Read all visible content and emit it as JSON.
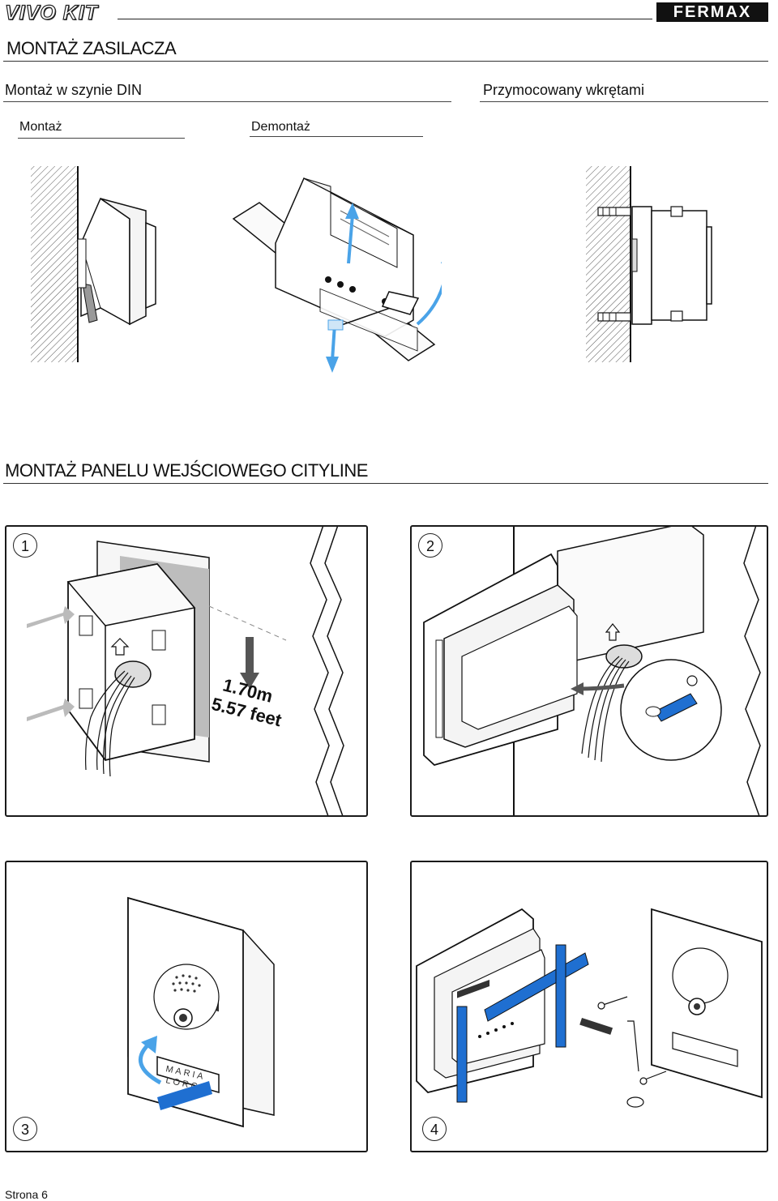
{
  "header": {
    "brand_left": "VIVO KIT",
    "brand_right": "FERMAX"
  },
  "power_section": {
    "title": "MONTAŻ ZASILACZA",
    "din_rail_label": "Montaż w szynie DIN",
    "screw_label": "Przymocowany wkrętami",
    "mount_label": "Montaż",
    "dismount_label": "Demontaż"
  },
  "panel_section": {
    "title": "MONTAŻ PANELU WEJŚCIOWEGO CITYLINE",
    "steps": [
      {
        "number": "1",
        "height_m": "1.70m",
        "height_ft": "5.57 feet"
      },
      {
        "number": "2"
      },
      {
        "number": "3",
        "name_line1": "MARIA",
        "name_line2": "LORCA"
      },
      {
        "number": "4"
      }
    ]
  },
  "colors": {
    "accent_blue": "#1f6fd1",
    "light_blue": "#4aa3e8",
    "line": "#1a1a1a"
  },
  "footer": {
    "page": "Strona 6"
  }
}
